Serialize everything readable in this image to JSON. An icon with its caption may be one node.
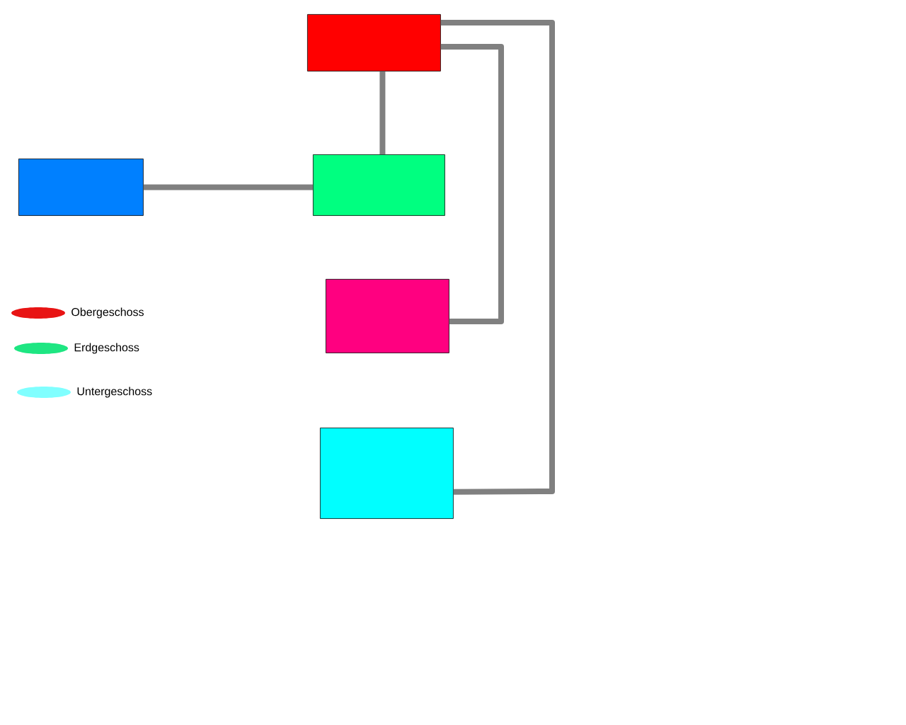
{
  "diagram": {
    "nodes": [
      {
        "text": [],
        "shape": "box"
      },
      {
        "text": [],
        "shape": "box"
      },
      {
        "text": [],
        "shape": "box"
      },
      {
        "text": [],
        "shape": "box"
      },
      {
        "text": [],
        "shape": "box"
      }
    ],
    "edges": [
      {
        "from": 0,
        "to": 2,
        "arrow": "none"
      },
      {
        "from": 1,
        "to": 2,
        "arrow": "none"
      },
      {
        "from": 0,
        "to": 3,
        "arrow": "none"
      },
      {
        "from": 0,
        "to": 4,
        "arrow": "none"
      }
    ],
    "legend": [
      {
        "text": "Obergeschoss",
        "color": "#e81414"
      },
      {
        "text": "Erdgeschoss",
        "color": "#1ee682"
      },
      {
        "text": "Untergeschoss",
        "color": "#80ffff"
      }
    ]
  }
}
